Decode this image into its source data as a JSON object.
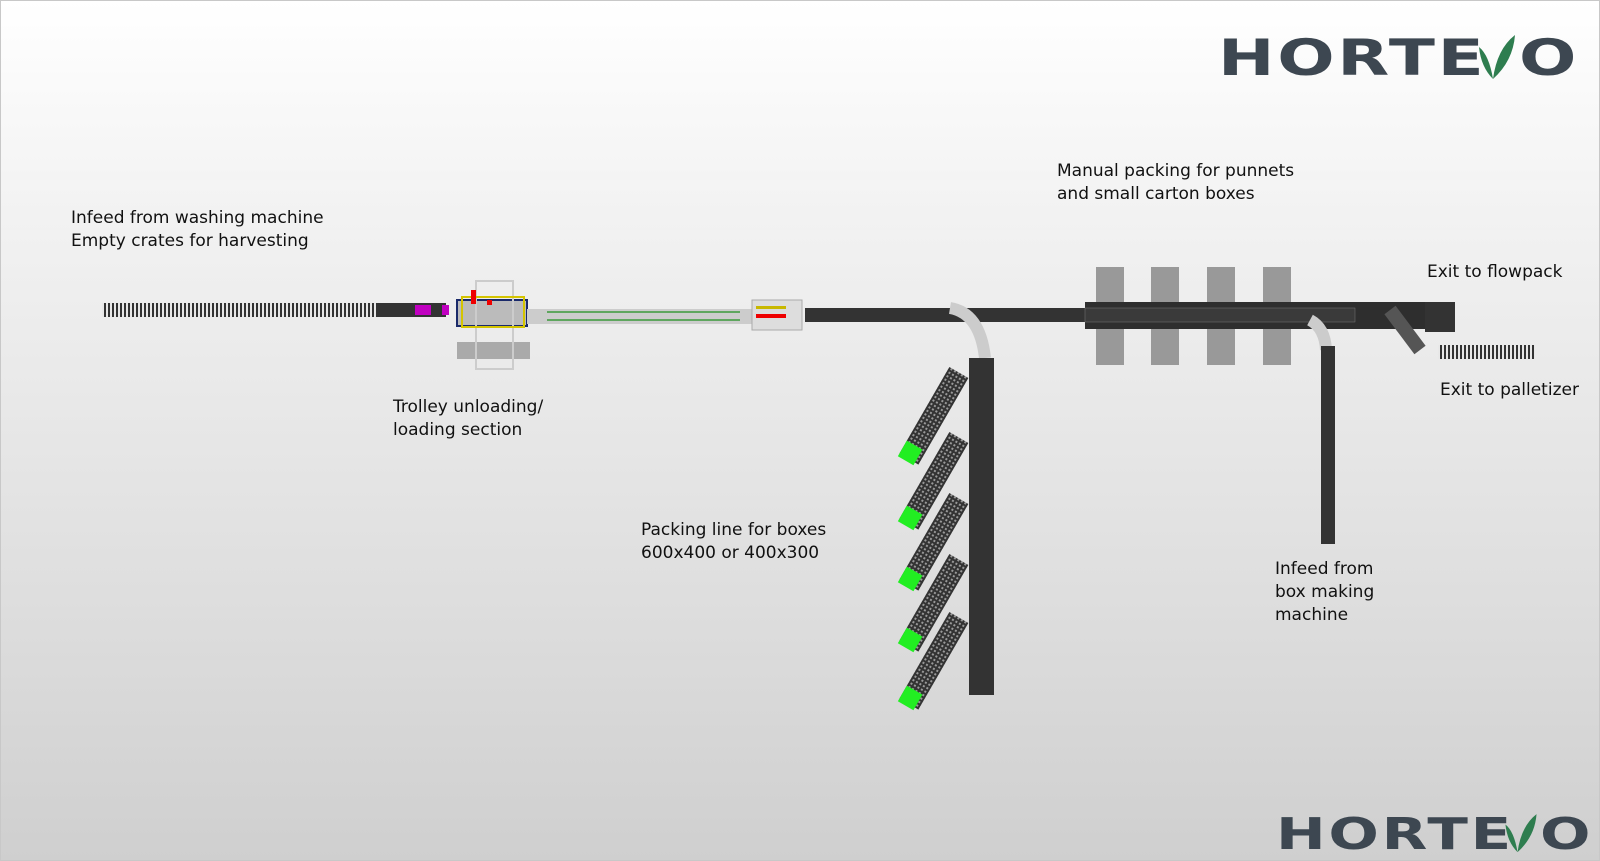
{
  "logo_top": {
    "part1": "HORTE",
    "part2": "O",
    "full": "HORTEVO"
  },
  "logo_bottom": {
    "part1": "HORTE",
    "part2": "O",
    "full": "HORTEVO"
  },
  "labels": {
    "infeed_washing": "Infeed from washing machine\nEmpty crates for harvesting",
    "trolley": "Trolley unloading/\nloading section",
    "manual_packing": "Manual packing for punnets\nand small carton boxes",
    "exit_flowpack": "Exit to flowpack",
    "exit_palletizer": "Exit to palletizer",
    "packing_line": "Packing line for boxes\n600x400 or 400x300",
    "infeed_box": "Infeed from\nbox making\nmachine"
  },
  "colors": {
    "logo_text": "#3d4751",
    "logo_leaf": "#2e7d4f",
    "conveyor": "#333333",
    "accent_green": "#22ee22",
    "magenta": "#c000c0"
  }
}
